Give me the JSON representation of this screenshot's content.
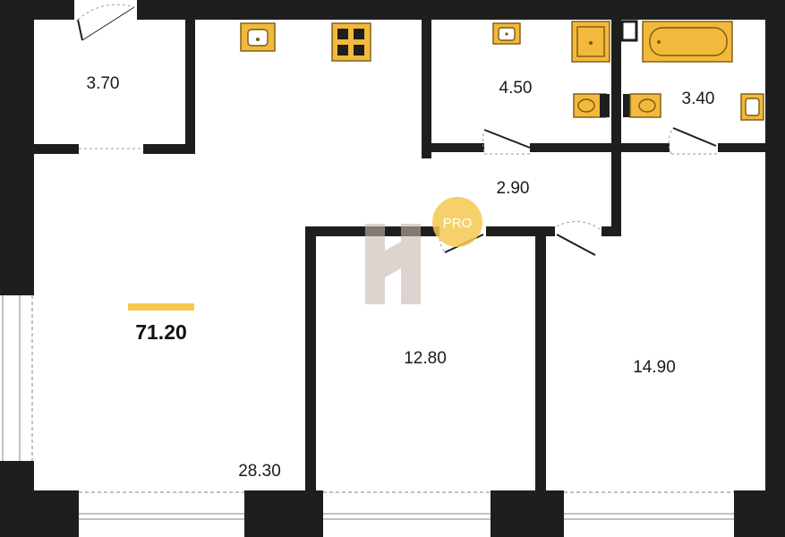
{
  "plan": {
    "total_area": "71.20",
    "rooms": [
      {
        "id": "hall",
        "area": "3.70"
      },
      {
        "id": "bathroom-a",
        "area": "4.50"
      },
      {
        "id": "bathroom-b",
        "area": "3.40"
      },
      {
        "id": "corridor",
        "area": "2.90"
      },
      {
        "id": "living-kitchen",
        "area": "28.30"
      },
      {
        "id": "bedroom-1",
        "area": "12.80"
      },
      {
        "id": "bedroom-2",
        "area": "14.90"
      }
    ]
  },
  "watermark": {
    "badge_text": "PRO",
    "letter": "H"
  },
  "colors": {
    "wall": "#1e1e1e",
    "fixture_fill": "#f3b93c",
    "fixture_stroke": "#7a5a10",
    "accent": "#f5c850",
    "window": "#9a9a9a"
  }
}
